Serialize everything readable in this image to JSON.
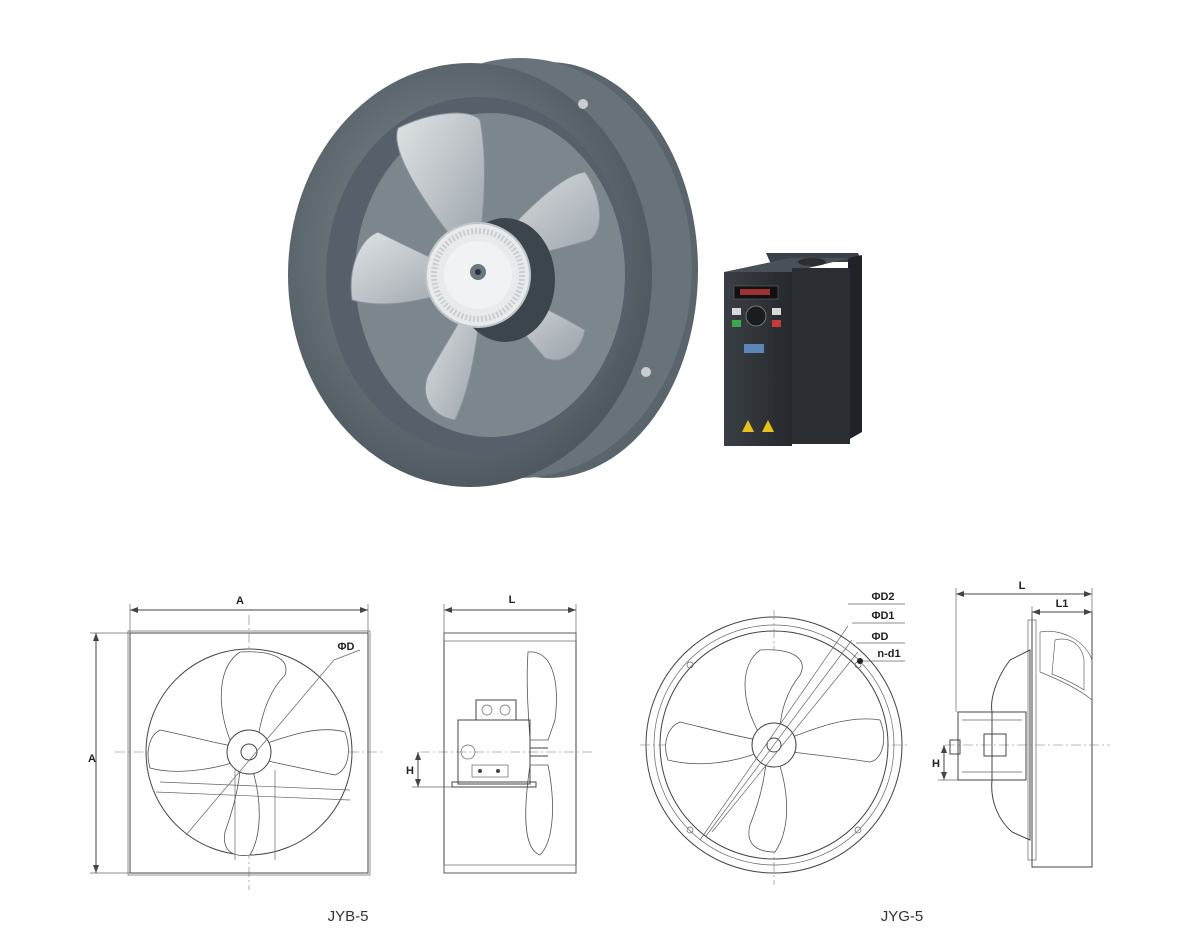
{
  "drawings": {
    "jyb": {
      "model": "JYB-5",
      "front": {
        "width_label": "A",
        "height_label": "A",
        "diameter_label": "ΦD"
      },
      "side": {
        "length_label": "L",
        "height_label": "H"
      }
    },
    "jyg": {
      "model": "JYG-5",
      "front": {
        "d2_label": "ΦD2",
        "d1_label": "ΦD1",
        "d_label": "ΦD",
        "holes_label": "n-d1"
      },
      "side": {
        "length_label": "L",
        "l1_label": "L1",
        "height_label": "H"
      }
    }
  },
  "colors": {
    "fan_dark": "#4e5860",
    "fan_mid": "#6b757d",
    "fan_light": "#9aa3aa",
    "blade": "#c9ced2",
    "inverter": "#2f3338"
  }
}
